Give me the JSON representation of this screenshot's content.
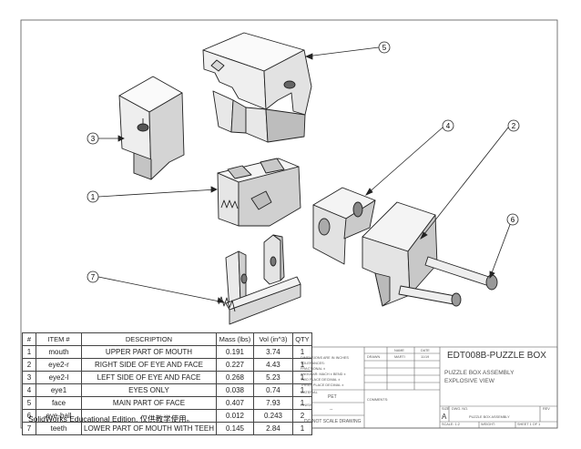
{
  "balloons": [
    "5",
    "3",
    "4",
    "2",
    "1",
    "6",
    "7"
  ],
  "bom": {
    "headers": [
      "#",
      "ITEM #",
      "DESCRIPTION",
      "Mass (lbs)",
      "Vol (in^3)",
      "QTY"
    ],
    "rows": [
      [
        "1",
        "mouth",
        "UPPER PART OF MOUTH",
        "0.191",
        "3.74",
        "1"
      ],
      [
        "2",
        "eye2-r",
        "RIGHT SIDE OF EYE AND FACE",
        "0.227",
        "4.43",
        "1"
      ],
      [
        "3",
        "eye2-l",
        "LEFT SIDE OF EYE AND FACE",
        "0.268",
        "5.23",
        "1"
      ],
      [
        "4",
        "eye1",
        "EYES ONLY",
        "0.038",
        "0.74",
        "1"
      ],
      [
        "5",
        "face",
        "MAIN PART OF FACE",
        "0.407",
        "7.93",
        "1"
      ],
      [
        "6",
        "eye-ball",
        "",
        "0.012",
        "0.243",
        "2"
      ],
      [
        "7",
        "teeth",
        "LOWER PART OF MOUTH WITH TEEH",
        "0.145",
        "2.84",
        "1"
      ]
    ]
  },
  "watermark": "SolidWorks Educational Edition. 仅供教学使用。",
  "title_block": {
    "notes": [
      "DIMENSIONS ARE IN INCHES",
      "TOLERANCES:",
      "FRACTIONAL ±",
      "ANGULAR: MACH ±   BEND ±",
      "TWO PLACE DECIMAL   ±",
      "THREE PLACE DECIMAL ±"
    ],
    "name_col": "NAME",
    "date_col": "DATE",
    "drawn_label": "DRAWN",
    "drawn_name": "MARTI",
    "drawn_date": "11/19",
    "material_label": "MATERIAL",
    "material": "PET",
    "finish_label": "FINISH",
    "finish": "--",
    "note": "DO NOT SCALE DRAWING",
    "comments_label": "COMMENTS:",
    "drawing_title": "EDT008B-PUZZLE BOX",
    "subtitle_1": "PUZZLE BOX ASSEMBLY",
    "subtitle_2": "EXPLOSIVE VIEW",
    "size_label": "SIZE",
    "size": "A",
    "dwg_label": "DWG. NO.",
    "dwg_no": "PUZZLE BOX ASSEMBLY",
    "rev_label": "REV",
    "scale": "SCALE: 1:2",
    "weight": "WEIGHT:",
    "sheet": "SHEET 1 OF 1"
  }
}
